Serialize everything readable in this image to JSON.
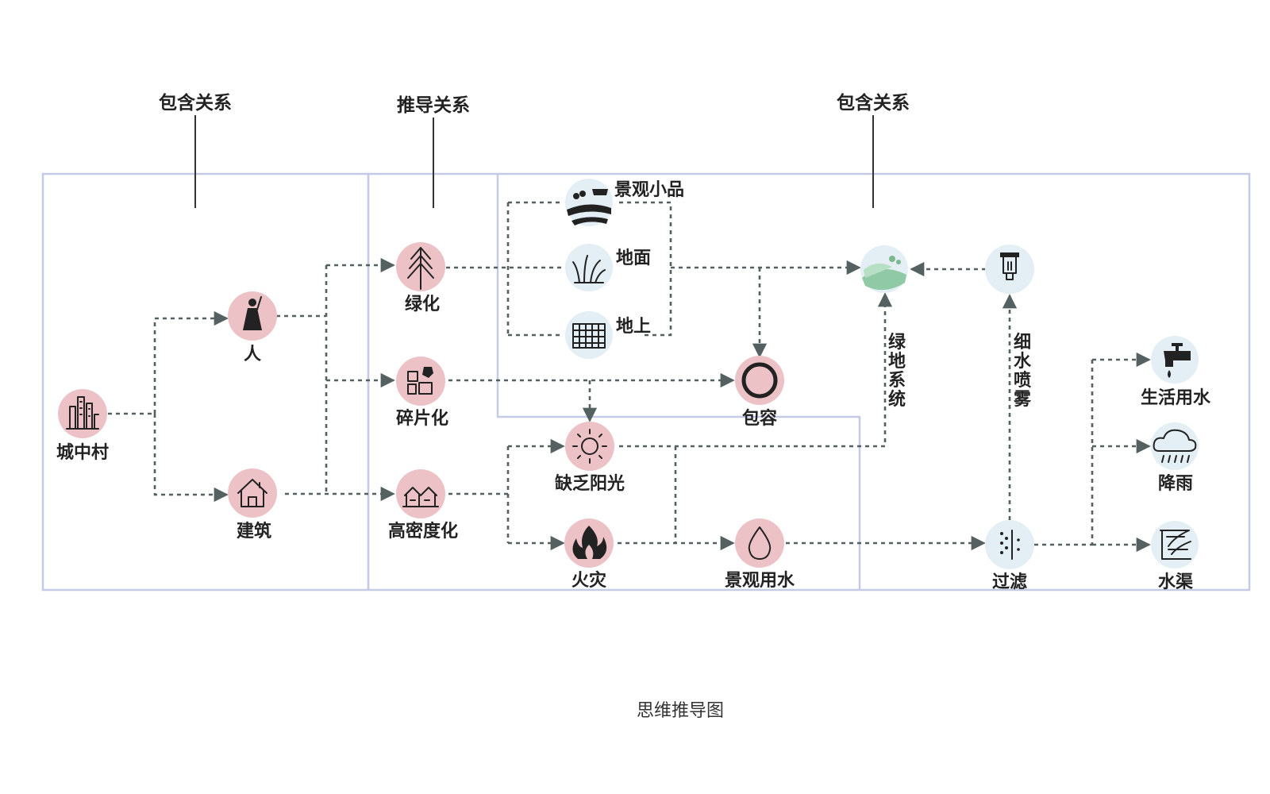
{
  "relations": [
    {
      "id": "rel-left",
      "label": "包含关系"
    },
    {
      "id": "rel-mid",
      "label": "推导关系"
    },
    {
      "id": "rel-right",
      "label": "包含关系"
    }
  ],
  "nodes": {
    "urban_village": {
      "label": "城中村",
      "icon": "skyscrapers-icon",
      "color": "#ecc2c7"
    },
    "people": {
      "label": "人",
      "icon": "person-icon",
      "color": "#ecc2c7"
    },
    "building": {
      "label": "建筑",
      "icon": "house-icon",
      "color": "#ecc2c7"
    },
    "greening": {
      "label": "绿化",
      "icon": "pine-tree-icon",
      "color": "#ecc2c7"
    },
    "fragmentation": {
      "label": "碎片化",
      "icon": "puzzle-icon",
      "color": "#ecc2c7"
    },
    "high_density": {
      "label": "高密度化",
      "icon": "houses-icon",
      "color": "#ecc2c7"
    },
    "landscape_items": {
      "label": "景观小品",
      "icon": "landscape-field-icon",
      "color": "#e3eef5"
    },
    "ground": {
      "label": "地面",
      "icon": "grass-icon",
      "color": "#e3eef5"
    },
    "above_ground": {
      "label": "地上",
      "icon": "roof-tiles-icon",
      "color": "#e3eef5"
    },
    "tolerance": {
      "label": "包容",
      "icon": "ring-icon",
      "color": "#ecc2c7"
    },
    "lack_sunlight": {
      "label": "缺乏阳光",
      "icon": "sun-icon",
      "color": "#ecc2c7"
    },
    "fire": {
      "label": "火灾",
      "icon": "flame-icon",
      "color": "#ecc2c7"
    },
    "landscape_water": {
      "label": "景观用水",
      "icon": "water-drop-icon",
      "color": "#ecc2c7"
    },
    "green_system": {
      "label": "",
      "icon": "green-hills-icon",
      "color": "#e3eef5"
    },
    "sprinkler": {
      "label": "",
      "icon": "sprinkler-icon",
      "color": "#e3eef5"
    },
    "filter": {
      "label": "过滤",
      "icon": "filter-icon",
      "color": "#e3eef5"
    },
    "domestic_water": {
      "label": "生活用水",
      "icon": "faucet-icon",
      "color": "#e3eef5"
    },
    "rainfall": {
      "label": "降雨",
      "icon": "rain-cloud-icon",
      "color": "#e3eef5"
    },
    "canal": {
      "label": "水渠",
      "icon": "canal-icon",
      "color": "#e3eef5"
    }
  },
  "edge_labels": {
    "green_system_chars": [
      "绿",
      "地",
      "系",
      "统"
    ],
    "mist_chars": [
      "细",
      "水",
      "喷",
      "雾"
    ]
  },
  "caption": "思维推导图"
}
